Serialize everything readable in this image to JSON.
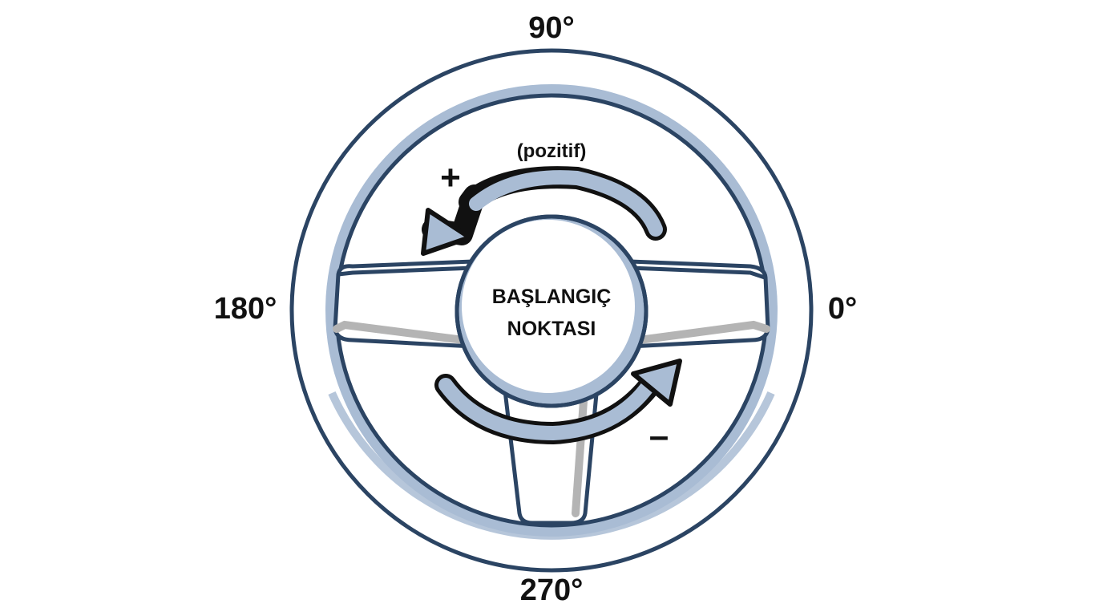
{
  "labels": {
    "top": "90°",
    "bottom": "270°",
    "left": "180°",
    "right": "0°"
  },
  "hub": {
    "line1": "BAŞLANGIÇ",
    "line2": "NOKTASI"
  },
  "rotation": {
    "positive_caption": "(pozitif)",
    "positive_sign": "+",
    "negative_sign": "–"
  },
  "colors": {
    "outline": "#2b4463",
    "accent": "#a9bcd4",
    "shadow": "#b4b4b4",
    "fill": "#ffffff",
    "text": "#111111"
  }
}
